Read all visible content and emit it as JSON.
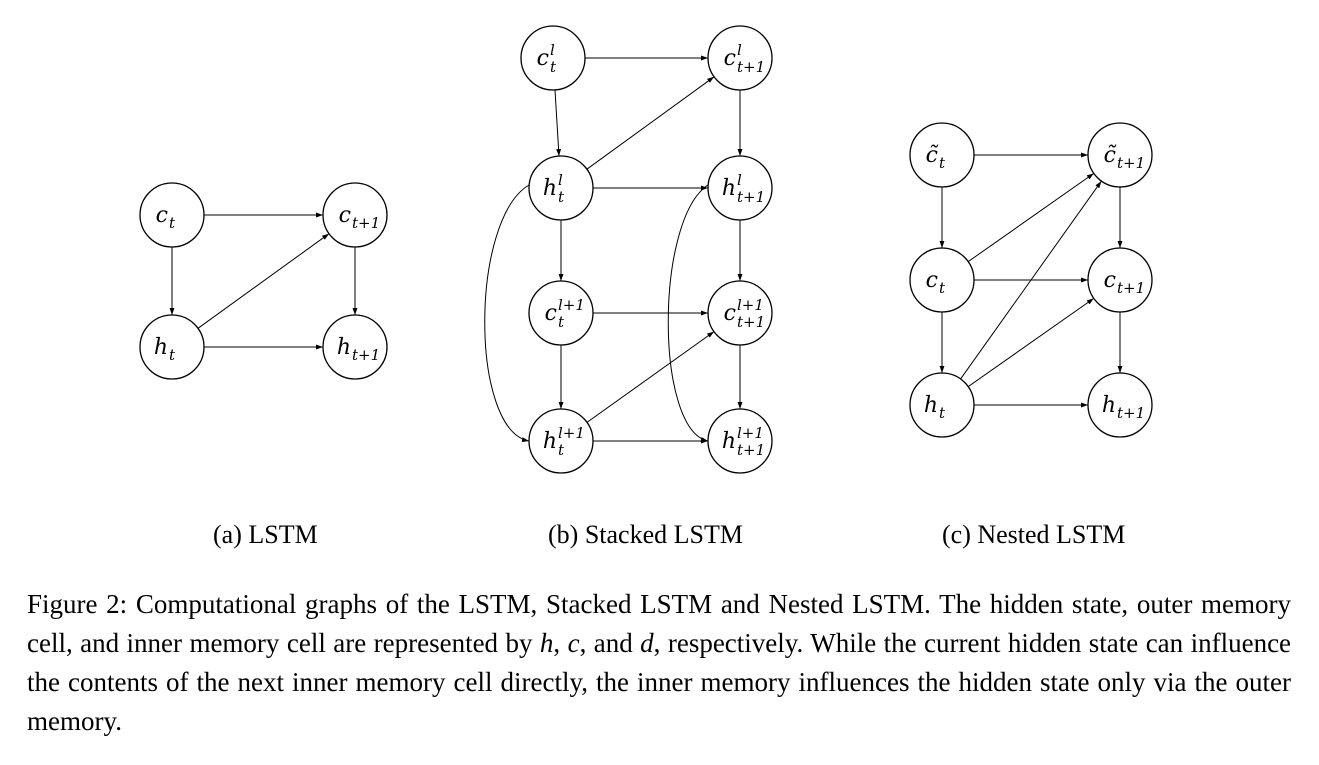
{
  "subfigures": [
    {
      "id": "a",
      "label": "(a) LSTM",
      "nodes": [
        {
          "id": "ct",
          "base": "c",
          "sub": "t"
        },
        {
          "id": "ct1",
          "base": "c",
          "sub": "t+1"
        },
        {
          "id": "ht",
          "base": "h",
          "sub": "t"
        },
        {
          "id": "ht1",
          "base": "h",
          "sub": "t+1"
        }
      ]
    },
    {
      "id": "b",
      "label": "(b) Stacked LSTM",
      "nodes": [
        {
          "id": "clt",
          "base": "c",
          "sup": "l",
          "sub": "t"
        },
        {
          "id": "clt1",
          "base": "c",
          "sup": "l",
          "sub": "t+1"
        },
        {
          "id": "hlt",
          "base": "h",
          "sup": "l",
          "sub": "t"
        },
        {
          "id": "hlt1",
          "base": "h",
          "sup": "l",
          "sub": "t+1"
        },
        {
          "id": "cl1t",
          "base": "c",
          "sup": "l+1",
          "sub": "t"
        },
        {
          "id": "cl1t1",
          "base": "c",
          "sup": "l+1",
          "sub": "t+1"
        },
        {
          "id": "hl1t",
          "base": "h",
          "sup": "l+1",
          "sub": "t"
        },
        {
          "id": "hl1t1",
          "base": "h",
          "sup": "l+1",
          "sub": "t+1"
        }
      ]
    },
    {
      "id": "c",
      "label": "(c) Nested LSTM",
      "nodes": [
        {
          "id": "dt",
          "base": "c̃",
          "sub": "t"
        },
        {
          "id": "dt1",
          "base": "c̃",
          "sub": "t+1"
        },
        {
          "id": "ct",
          "base": "c",
          "sub": "t"
        },
        {
          "id": "ct1",
          "base": "c",
          "sub": "t+1"
        },
        {
          "id": "ht",
          "base": "h",
          "sub": "t"
        },
        {
          "id": "ht1",
          "base": "h",
          "sub": "t+1"
        }
      ]
    }
  ],
  "caption": {
    "lead": "Figure 2: Computational graphs of the LSTM, Stacked LSTM and Nested LSTM. The hidden state, outer memory cell, and inner memory cell are represented by ",
    "var_h": "h",
    "sep1": ", ",
    "var_c": "c",
    "sep2": ", and ",
    "var_d": "d",
    "tail": ", respectively. While the current hidden state can influence the contents of the next inner memory cell directly, the inner memory influences the hidden state only via the outer memory."
  }
}
